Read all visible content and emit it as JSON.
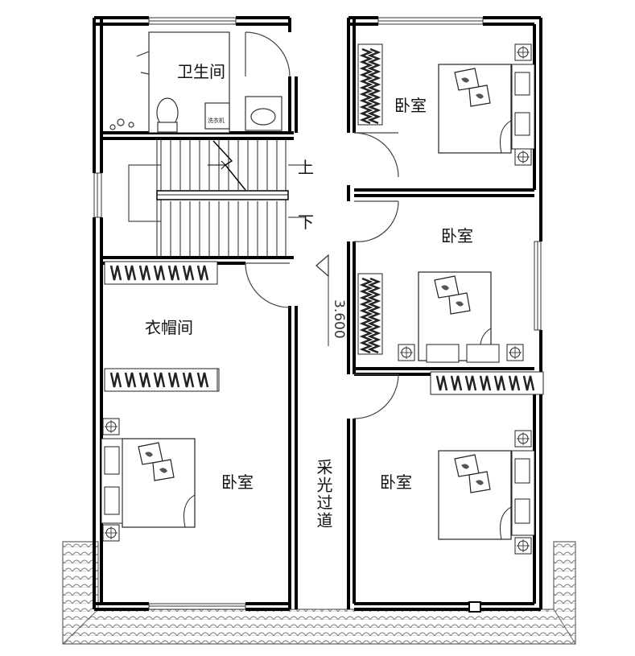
{
  "rooms": {
    "bathroom": "卫生间",
    "bedroom_ne": "卧室",
    "bedroom_e": "卧室",
    "cloakroom": "衣帽间",
    "bedroom_sw": "卧室",
    "bedroom_se": "卧室",
    "corridor": "采光过道"
  },
  "stairs": {
    "up": "上",
    "down": "下"
  },
  "fixtures": {
    "washing_machine": "洗衣机"
  },
  "dimension": {
    "level": "3.600"
  },
  "colors": {
    "wall": "#000000",
    "line": "#555555",
    "roof": "#888888"
  }
}
